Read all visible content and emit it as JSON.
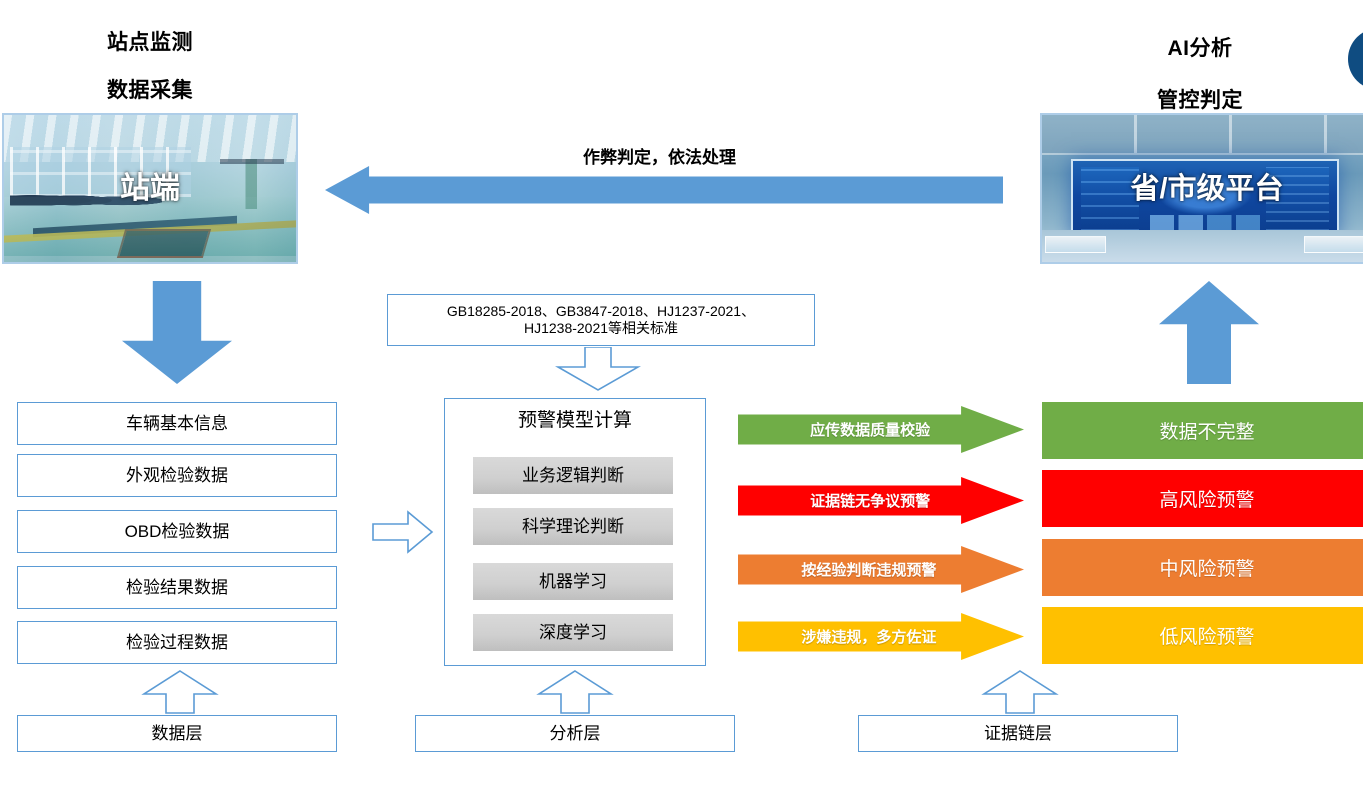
{
  "diagram": {
    "title_left_line1": "站点监测",
    "title_left_line2": "数据采集",
    "title_right_line1": "AI分析",
    "title_right_line2": "管控判定",
    "station_caption": "站端",
    "platform_caption": "省/市级平台",
    "feedback_arrow_label": "作弊判定，依法处理",
    "standards_line1": "GB18285-2018、GB3847-2018、HJ1237-2021、",
    "standards_line2": "HJ1238-2021等相关标准"
  },
  "data_layer": {
    "label": "数据层",
    "items": [
      "车辆基本信息",
      "外观检验数据",
      "OBD检验数据",
      "检验结果数据",
      "检验过程数据"
    ]
  },
  "analysis_layer": {
    "label": "分析层",
    "title": "预警模型计算",
    "methods": [
      "业务逻辑判断",
      "科学理论判断",
      "机器学习",
      "深度学习"
    ]
  },
  "evidence_layer": {
    "label": "证据链层",
    "flows": [
      {
        "arrow_label": "应传数据质量校验",
        "result_label": "数据不完整",
        "color": "#70ad47"
      },
      {
        "arrow_label": "证据链无争议预警",
        "result_label": "高风险预警",
        "color": "#ff0000"
      },
      {
        "arrow_label": "按经验判断违规预警",
        "result_label": "中风险预警",
        "color": "#ed7d31"
      },
      {
        "arrow_label": "涉嫌违规，多方佐证",
        "result_label": "低风险预警",
        "color": "#ffc000"
      }
    ]
  },
  "colors": {
    "accent_blue": "#5b9bd5",
    "outline_blue": "#5b9bd5",
    "gray_box": "#d0d0d0",
    "deco_circle": "#0f4c81"
  }
}
